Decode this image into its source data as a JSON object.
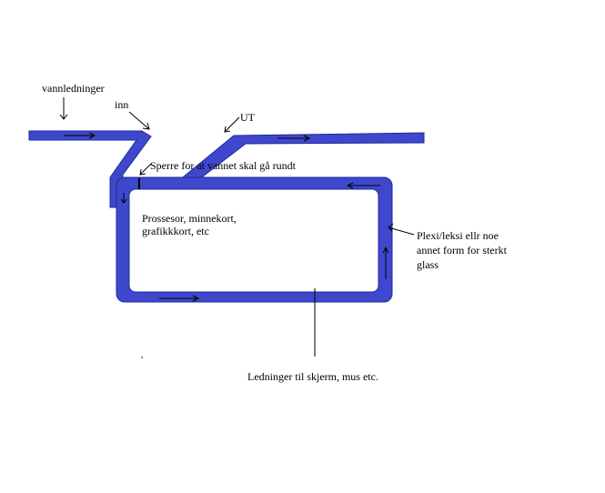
{
  "labels": {
    "vannledninger": "vannledninger",
    "inn": "inn",
    "ut": "UT",
    "sperre": "Sperre for at vannet skal gå rundt",
    "components_line1": "Prossesor, minnekort,",
    "components_line2": "grafikkkort, etc",
    "plexi_line1": "Plexi/leksi ellr noe",
    "plexi_line2": "annet form for sterkt",
    "plexi_line3": "glass",
    "cables": "Ledninger til skjerm, mus etc."
  },
  "colors": {
    "pipe_fill": "#3F48CC",
    "pipe_outline": "#1B2A9B",
    "interior": "#ffffff",
    "ink": "#000000"
  }
}
